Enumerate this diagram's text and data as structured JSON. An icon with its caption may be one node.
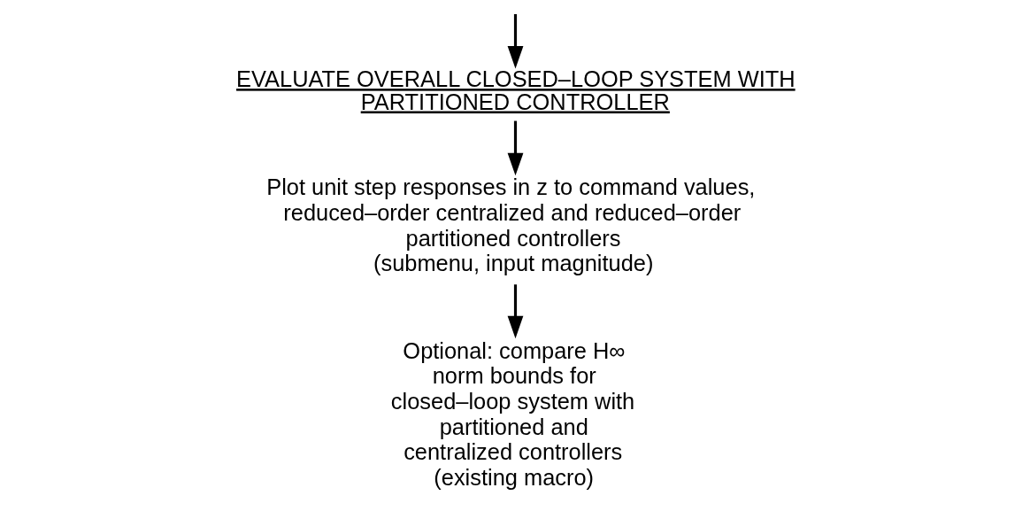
{
  "diagram": {
    "nodes": [
      {
        "text": [
          "EVALUATE OVERALL CLOSED–LOOP SYSTEM WITH PARTITIONED CONTROLLER"
        ]
      },
      {
        "text": [
          "Plot unit step responses in z to command values, reduced–order centralized and reduced–order partitioned controllers",
          "(submenu, input magnitude)"
        ]
      },
      {
        "text": [
          "Optional: compare H∞ norm bounds for closed–loop system with partitioned and centralized controllers",
          "(existing macro)"
        ]
      }
    ],
    "edges": [
      {
        "from": null,
        "to": 0,
        "arrow": "to"
      },
      {
        "from": 0,
        "to": 1,
        "arrow": "to"
      },
      {
        "from": 1,
        "to": 2,
        "arrow": "to"
      }
    ]
  }
}
